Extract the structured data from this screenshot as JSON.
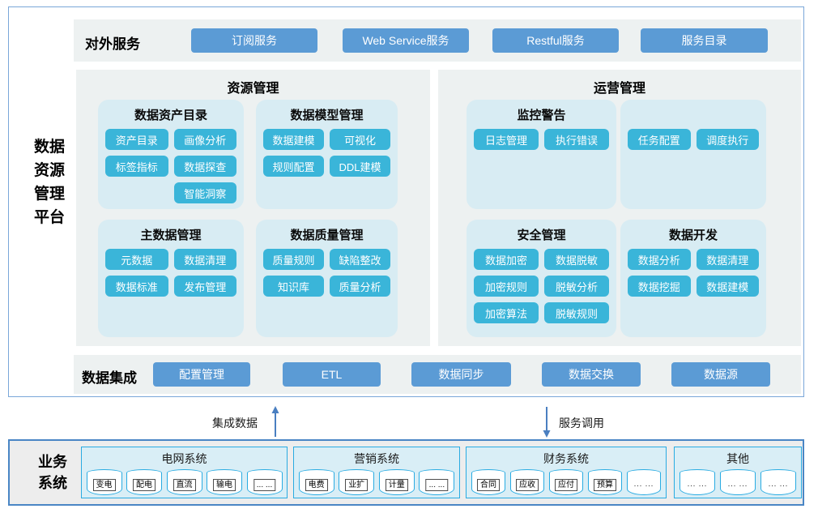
{
  "platform_label": {
    "lines": [
      "数据",
      "资源",
      "管理",
      "平台"
    ]
  },
  "external_services": {
    "label": "对外服务",
    "buttons": [
      "订阅服务",
      "Web Service服务",
      "Restful服务",
      "服务目录"
    ]
  },
  "resource_mgmt": {
    "title": "资源管理",
    "cards": [
      {
        "title": "数据资产目录",
        "rows": [
          [
            "资产目录",
            "画像分析"
          ],
          [
            "标签指标",
            "数据探查"
          ],
          [
            "",
            "智能洞察"
          ]
        ]
      },
      {
        "title": "数据模型管理",
        "rows": [
          [
            "数据建模",
            "可视化"
          ],
          [
            "规则配置",
            "DDL建模"
          ]
        ]
      },
      {
        "title": "主数据管理",
        "rows": [
          [
            "元数据",
            "数据清理"
          ],
          [
            "数据标准",
            "发布管理"
          ]
        ]
      },
      {
        "title": "数据质量管理",
        "rows": [
          [
            "质量规则",
            "缺陷整改"
          ],
          [
            "知识库",
            "质量分析"
          ]
        ]
      }
    ]
  },
  "operation_mgmt": {
    "title": "运营管理",
    "cards": [
      {
        "title": "监控警告",
        "rows": [
          [
            "日志管理",
            "执行错误"
          ]
        ]
      },
      {
        "title": "",
        "rows": [
          [
            "任务配置",
            "调度执行"
          ]
        ]
      },
      {
        "title": "安全管理",
        "rows": [
          [
            "数据加密",
            "数据脱敏"
          ],
          [
            "加密规则",
            "脱敏分析"
          ],
          [
            "加密算法",
            "脱敏规则"
          ]
        ]
      },
      {
        "title": "数据开发",
        "rows": [
          [
            "数据分析",
            "数据清理"
          ],
          [
            "数据挖掘",
            "数据建模"
          ]
        ]
      }
    ]
  },
  "data_integration": {
    "label": "数据集成",
    "buttons": [
      "配置管理",
      "ETL",
      "数据同步",
      "数据交换",
      "数据源"
    ]
  },
  "flows": {
    "up_label": "集成数据",
    "down_label": "服务调用"
  },
  "business_systems": {
    "label_lines": [
      "业务",
      "系统"
    ],
    "groups": [
      {
        "title": "电网系统",
        "databases": [
          {
            "label": "变电",
            "boxed": true
          },
          {
            "label": "配电",
            "boxed": true
          },
          {
            "label": "直流",
            "boxed": true
          },
          {
            "label": "输电",
            "boxed": true
          },
          {
            "label": "... ...",
            "boxed": true
          }
        ]
      },
      {
        "title": "营销系统",
        "databases": [
          {
            "label": "电费",
            "boxed": true
          },
          {
            "label": "业扩",
            "boxed": true
          },
          {
            "label": "计量",
            "boxed": true
          },
          {
            "label": "... ...",
            "boxed": true
          }
        ]
      },
      {
        "title": "财务系统",
        "databases": [
          {
            "label": "合同",
            "boxed": true
          },
          {
            "label": "应收",
            "boxed": true
          },
          {
            "label": "应付",
            "boxed": true
          },
          {
            "label": "预算",
            "boxed": true
          },
          {
            "label": "... ...",
            "boxed": false
          }
        ]
      },
      {
        "title": "其他",
        "databases": [
          {
            "label": "... ...",
            "boxed": false
          },
          {
            "label": "... ...",
            "boxed": false
          },
          {
            "label": "... ...",
            "boxed": false
          }
        ]
      }
    ]
  },
  "colors": {
    "steel_blue_button": "#5b9bd5",
    "cyan_button": "#3ab5d9",
    "card_bg": "#d8ecf3",
    "panel_bg": "#edf1f1",
    "group_bg": "#d9eef6",
    "group_border": "#29abe2",
    "outer_border": "#7aa7d9",
    "arrow": "#4a7fc1"
  }
}
